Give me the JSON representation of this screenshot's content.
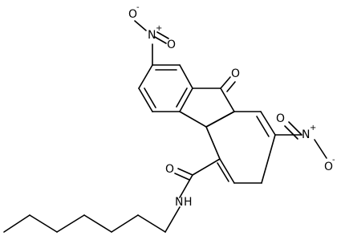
{
  "molecule": {
    "atom_labels": {
      "nitro_top_O": "O",
      "nitro_top_O_charge": "-",
      "nitro_top_N": "N",
      "nitro_top_N_charge": "+",
      "nitro_top_O2": "O",
      "ketone_O": "O",
      "amide_O": "O",
      "amide_N": "N",
      "amide_H": "H",
      "nitro_right_N": "N",
      "nitro_right_N_charge": "+",
      "nitro_right_O1": "O",
      "nitro_right_O": "O",
      "nitro_right_O_charge": "-"
    }
  }
}
